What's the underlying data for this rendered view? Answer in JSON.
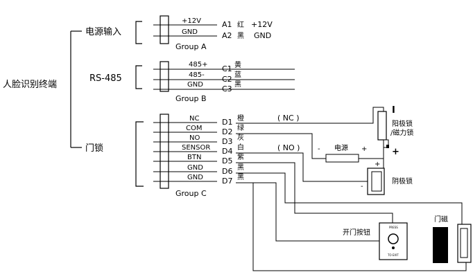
{
  "device": "人脸识别终端",
  "groups": {
    "power": {
      "name": "电源输入",
      "group_label": "Group A"
    },
    "rs485": {
      "name": "RS-485",
      "group_label": "Group B"
    },
    "door": {
      "name": "门锁",
      "group_label": "Group C"
    }
  },
  "group_a": [
    {
      "pin": "+12V",
      "code": "A1",
      "color": "红",
      "extra": "+12V"
    },
    {
      "pin": "GND",
      "code": "A2",
      "color": "黑",
      "extra": "GND"
    }
  ],
  "group_b": [
    {
      "pin": "485+",
      "code": "C1",
      "color": "黄"
    },
    {
      "pin": "485-",
      "code": "C2",
      "color": "蓝"
    },
    {
      "pin": "GND",
      "code": "C3",
      "color": "黑"
    }
  ],
  "group_c": [
    {
      "pin": "NC",
      "code": "D1",
      "color": "橙"
    },
    {
      "pin": "COM",
      "code": "D2",
      "color": "绿"
    },
    {
      "pin": "NO",
      "code": "D3",
      "color": "灰"
    },
    {
      "pin": "SENSOR",
      "code": "D4",
      "color": "白"
    },
    {
      "pin": "BTN",
      "code": "D5",
      "color": "紫"
    },
    {
      "pin": "GND",
      "code": "D6",
      "color": "黑"
    },
    {
      "pin": "GND",
      "code": "D7",
      "color": "黑"
    }
  ],
  "annotations": {
    "nc": "( NC )",
    "no": "( NO )",
    "power_supply": "电源",
    "minus": "-",
    "plus": "+",
    "anode_lock": "阳极锁",
    "mag_lock": "/磁力锁",
    "cathode_lock": "阴极锁",
    "exit_button": "开门按钮",
    "door_magnet": "门磁",
    "press": "PRESS",
    "to_exit": "TO EXIT",
    "big_plus": "+",
    "big_minus": "I",
    "cathode_plus": "+",
    "cathode_minus": "-"
  }
}
